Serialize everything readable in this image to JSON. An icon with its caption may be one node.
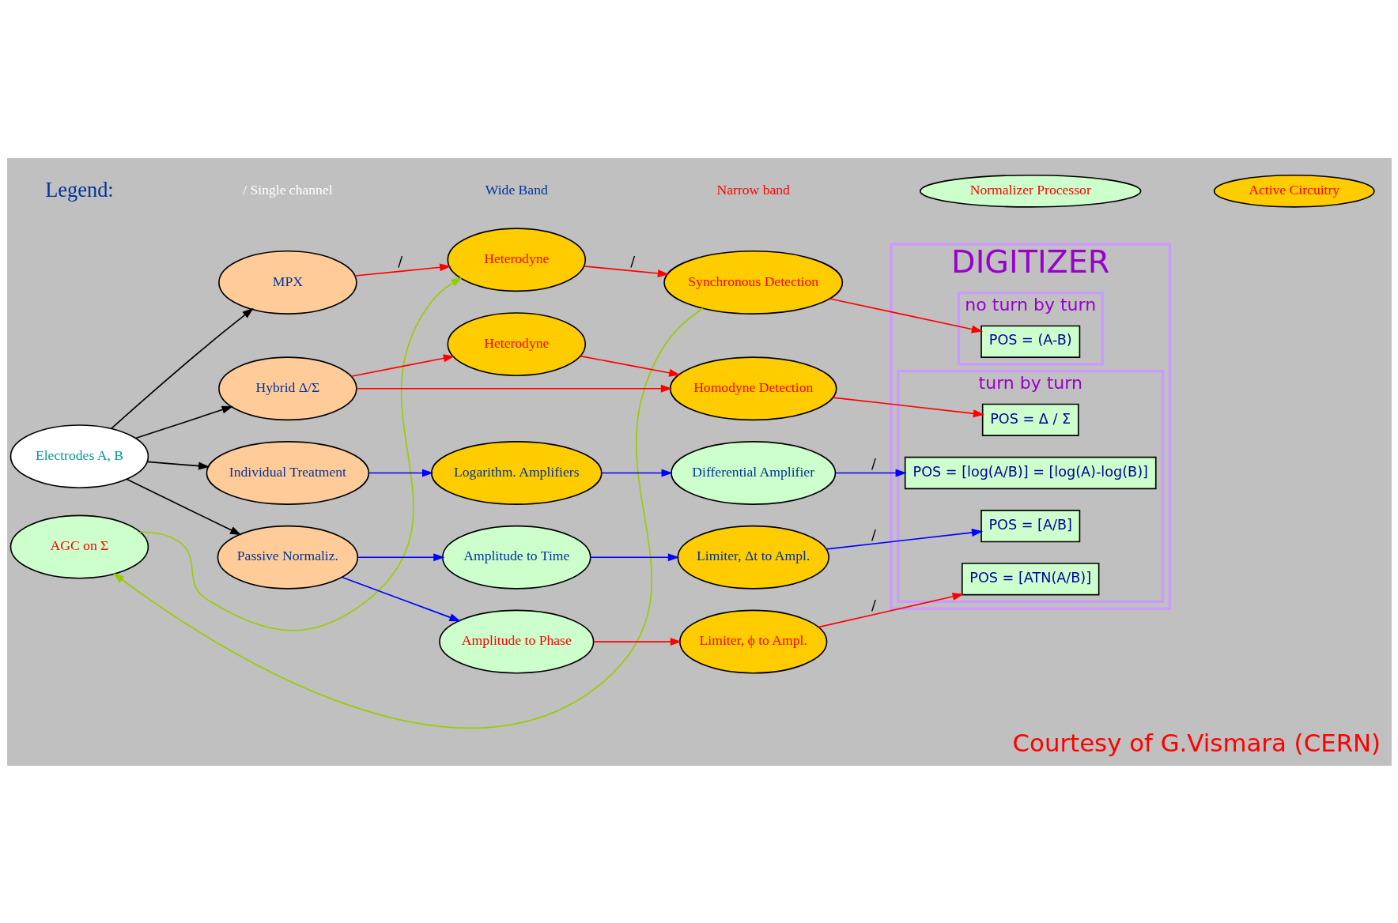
{
  "diagram": {
    "caption": "Courtesy of G.Vismara (CERN)",
    "nodes": [
      {
        "text": [
          "Electrodes A, B"
        ]
      },
      {
        "text": [
          "MPX"
        ]
      },
      {
        "text": [
          "Heterodyne"
        ]
      },
      {
        "text": [
          "AGC on Σ"
        ]
      },
      {
        "text": [
          "Synchronous Detection"
        ]
      },
      {
        "text": [
          "Hybrid Δ/Σ"
        ]
      },
      {
        "text": [
          "Heterodyne"
        ]
      },
      {
        "text": [
          "Homodyne Detection"
        ]
      },
      {
        "text": [
          "Individual Treatment"
        ]
      },
      {
        "text": [
          "Logarithm. Amplifiers"
        ]
      },
      {
        "text": [
          "Differential Amplifier"
        ]
      },
      {
        "text": [
          "Passive Normaliz."
        ]
      },
      {
        "text": [
          "Amplitude to Time"
        ]
      },
      {
        "text": [
          "Limiter, Δt to Ampl."
        ]
      },
      {
        "text": [
          "Amplitude to Phase"
        ]
      },
      {
        "text": [
          "Limiter, ϕ to Ampl."
        ]
      },
      {
        "text": [
          "DIGITIZER"
        ]
      },
      {
        "text": [
          "no turn by turn"
        ],
        "in": 16
      },
      {
        "text": [
          "POS = (A-B)"
        ],
        "in": 17
      },
      {
        "text": [
          "turn by turn"
        ],
        "in": 16
      },
      {
        "text": [
          "POS = Δ / Σ"
        ],
        "in": 19
      },
      {
        "text": [
          "POS = [log(A/B)] = [log(A)-log(B)]"
        ],
        "in": 19
      },
      {
        "text": [
          "POS = [A/B]"
        ],
        "in": 19
      },
      {
        "text": [
          "POS = [ATN(A/B)]"
        ],
        "in": 19
      }
    ],
    "edges": [
      {
        "from": 0,
        "to": 1,
        "arrow": "to",
        "color": "#000000"
      },
      {
        "from": 0,
        "to": 5,
        "arrow": "to",
        "color": "#000000"
      },
      {
        "from": 0,
        "to": 8,
        "arrow": "to",
        "color": "#000000"
      },
      {
        "from": 0,
        "to": 11,
        "arrow": "to",
        "color": "#000000"
      },
      {
        "from": 1,
        "to": 2,
        "arrow": "to",
        "label": "/"
      },
      {
        "from": 2,
        "to": 4,
        "arrow": "to",
        "label": "/"
      },
      {
        "from": 4,
        "to": 18,
        "arrow": "to"
      },
      {
        "from": 4,
        "to": 3,
        "arrow": "to",
        "color": "#99cc00"
      },
      {
        "from": 3,
        "to": 2,
        "arrow": "to",
        "color": "#99cc00"
      },
      {
        "from": 5,
        "to": 6,
        "arrow": "to"
      },
      {
        "from": 6,
        "to": 7,
        "arrow": "to"
      },
      {
        "from": 5,
        "to": 7,
        "arrow": "to"
      },
      {
        "from": 7,
        "to": 20,
        "arrow": "to"
      },
      {
        "from": 8,
        "to": 9,
        "arrow": "to",
        "color": "#0000ff"
      },
      {
        "from": 9,
        "to": 10,
        "arrow": "to",
        "color": "#0000ff"
      },
      {
        "from": 10,
        "to": 21,
        "arrow": "to",
        "label": "/",
        "color": "#0000ff"
      },
      {
        "from": 11,
        "to": 12,
        "arrow": "to",
        "color": "#0000ff"
      },
      {
        "from": 12,
        "to": 13,
        "arrow": "to",
        "color": "#0000ff"
      },
      {
        "from": 13,
        "to": 22,
        "arrow": "to",
        "label": "/",
        "color": "#0000ff"
      },
      {
        "from": 11,
        "to": 14,
        "arrow": "to",
        "color": "#0000ff"
      },
      {
        "from": 14,
        "to": 15,
        "arrow": "to"
      },
      {
        "from": 15,
        "to": 23,
        "arrow": "to",
        "label": "/"
      }
    ],
    "labels": [
      "Legend:"
    ],
    "legend": [
      {
        "text": "/ Single channel"
      },
      {
        "text": "Wide Band"
      },
      {
        "text": "Narrow band"
      },
      {
        "text": "Normalizer Processor",
        "color": "#ccffcc"
      },
      {
        "text": "Active Circuitry",
        "color": "#ffcc00"
      }
    ]
  }
}
